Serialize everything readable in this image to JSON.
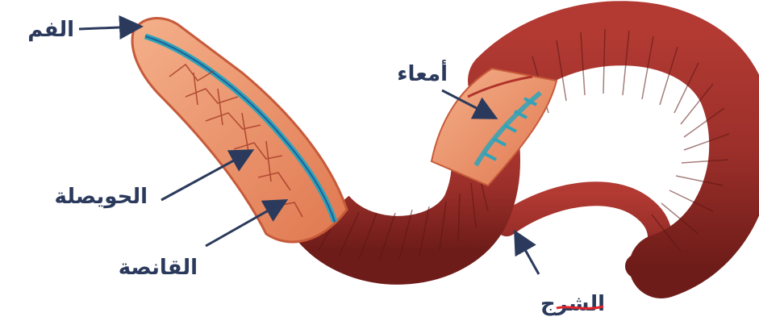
{
  "labels": {
    "mouth": "الفم",
    "crop": "الحويصلة",
    "gizzard": "القانصة",
    "intestines": "أمعاء",
    "anus": "الشرج"
  },
  "colors": {
    "body": "#9c2f2a",
    "body_dark": "#6e1c19",
    "cutaway": "#e8885a",
    "cutaway_light": "#f4b08a",
    "gut_vessel": "#2fa3b8",
    "label": "#2b3a5c",
    "highlight": "#e0242b"
  }
}
